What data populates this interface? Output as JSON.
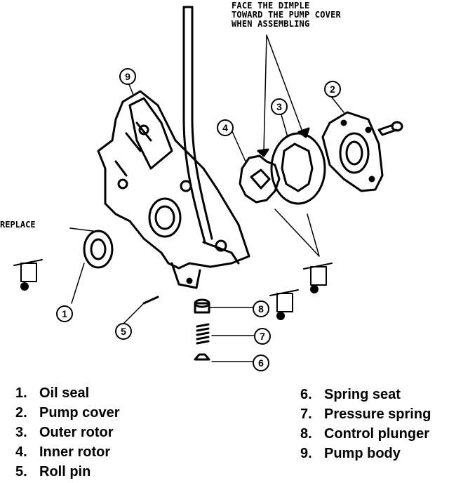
{
  "annotations": {
    "dimple_note": [
      "FACE THE DIMPLE",
      "TOWARD THE PUMP COVER",
      "WHEN ASSEMBLING"
    ],
    "replace": "REPLACE"
  },
  "callouts": [
    "1",
    "2",
    "3",
    "4",
    "5",
    "6",
    "7",
    "8",
    "9"
  ],
  "legend": {
    "left": [
      {
        "num": "1.",
        "label": "Oil seal"
      },
      {
        "num": "2.",
        "label": "Pump cover"
      },
      {
        "num": "3.",
        "label": "Outer rotor"
      },
      {
        "num": "4.",
        "label": "Inner rotor"
      },
      {
        "num": "5.",
        "label": "Roll pin"
      }
    ],
    "right": [
      {
        "num": "6.",
        "label": "Spring seat"
      },
      {
        "num": "7.",
        "label": "Pressure spring"
      },
      {
        "num": "8.",
        "label": "Control plunger"
      },
      {
        "num": "9.",
        "label": "Pump body"
      }
    ]
  }
}
